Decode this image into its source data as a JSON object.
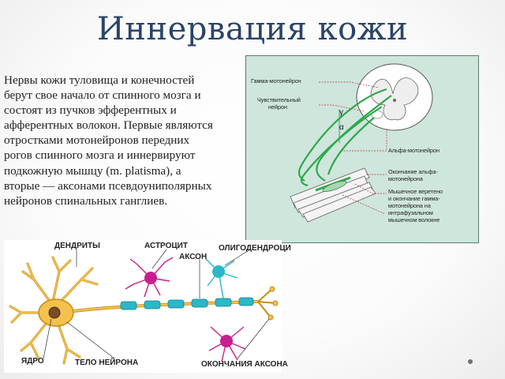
{
  "slide": {
    "title": "Иннервация кожи",
    "body_lines": [
      "Нервы кожи туловища и конечностей",
      "берут свое начало от спинного мозга и",
      "состоят из пучков эфферентных и",
      "афферентных волокон. Первые являются",
      "отростками мотонейронов передних",
      "рогов спинного мозга и иннервируют",
      "подкожную мышцу (m. platisma), а",
      "вторые — аксонами псевдоуниполярных",
      "нейронов спинальных ганглиев."
    ]
  },
  "figure_spinal": {
    "labels": {
      "gamma_motoneuron": "Гамма-мотонейрон",
      "sensory_neuron_1": "Чувствительный",
      "sensory_neuron_2": "нейрон",
      "gamma": "γ",
      "alpha": "α",
      "alpha_motoneuron": "Альфа-мотонейрон",
      "alpha_ending_1": "Окончание альфа-",
      "alpha_ending_2": "мотонейрона",
      "spindle_1": "Мышечное веретено",
      "spindle_2": "и окончание гамма-",
      "spindle_3": "мотонейрона на",
      "spindle_4": "интрафузальном",
      "spindle_5": "мышечном волокне"
    },
    "colors": {
      "background": "#cfe6dc",
      "nerve": "#2da84a"
    }
  },
  "figure_neuron": {
    "labels": {
      "dendrites": "ДЕНДРИТЫ",
      "astrocyte": "АСТРОЦИТ",
      "oligodendrocyte": "ОЛИГОДЕНДРОЦИ",
      "axon": "АКСОН",
      "nucleus": "ЯДРО",
      "cell_body": "ТЕЛО НЕЙРОНА",
      "axon_endings": "ОКОНЧАНИЯ АКСОНА"
    },
    "colors": {
      "neuron": "#f2c14e",
      "astrocyte": "#c81f8f",
      "oligodendrocyte": "#2bb8c9"
    }
  }
}
